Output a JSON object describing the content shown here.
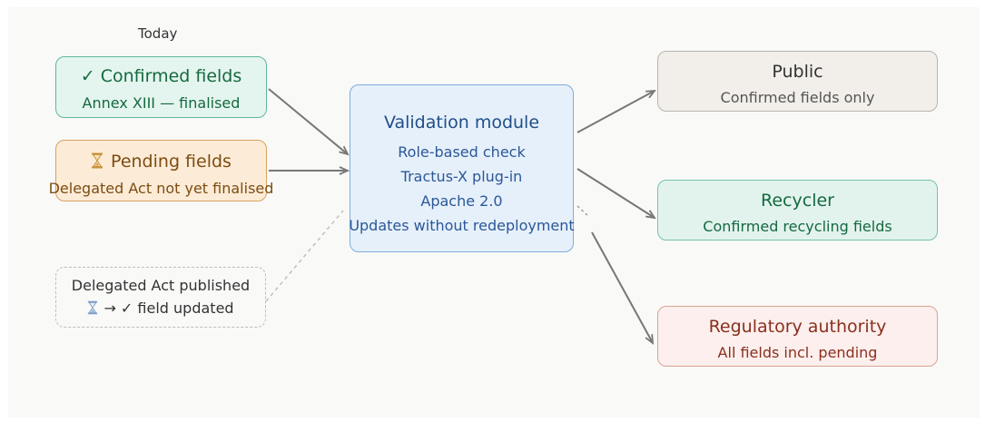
{
  "header": {
    "today": "Today"
  },
  "inputs": {
    "confirmed": {
      "title": "✓ Confirmed fields",
      "subtitle": "Annex XIII — finalised"
    },
    "pending": {
      "icon": "hourglass-icon",
      "title": "Pending fields",
      "subtitle": "Delegated Act not yet finalised"
    },
    "published": {
      "line1": "Delegated Act published",
      "line2": "→ ✓ field updated",
      "icon": "hourglass-icon"
    }
  },
  "validation": {
    "title": "Validation module",
    "lines": [
      "Role-based check",
      "Tractus-X plug-in",
      "Apache 2.0",
      "Updates without redeployment"
    ]
  },
  "outputs": {
    "public": {
      "title": "Public",
      "subtitle": "Confirmed fields only"
    },
    "recycler": {
      "title": "Recycler",
      "subtitle": "Confirmed recycling fields"
    },
    "regulator": {
      "title": "Regulatory authority",
      "subtitle": "All fields incl. pending"
    }
  },
  "colors": {
    "confirmed": "#15693f",
    "pending": "#7c4d12",
    "validation": "#2a5897",
    "regulator": "#8a2f1e",
    "arrow": "#777777"
  }
}
